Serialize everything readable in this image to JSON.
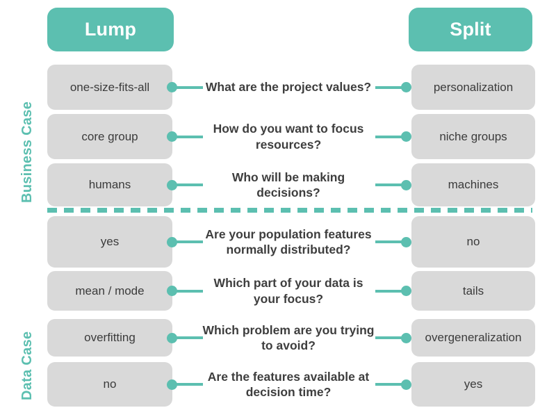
{
  "headers": {
    "left": "Lump",
    "right": "Split"
  },
  "colors": {
    "accent": "#5cbfb0",
    "box": "#d9d9d9",
    "text": "#3b3b3b",
    "header_text": "#ffffff",
    "background": "#ffffff"
  },
  "sections": [
    {
      "label": "Business Case",
      "rows": [
        {
          "left": "one-size-fits-all",
          "question": "What are the project values?",
          "right": "personalization"
        },
        {
          "left": "core group",
          "question": "How do you want to focus resources?",
          "right": "niche groups"
        },
        {
          "left": "humans",
          "question": "Who will be making decisions?",
          "right": "machines"
        }
      ]
    },
    {
      "label": "Data Case",
      "rows": [
        {
          "left": "yes",
          "question": "Are your population features normally distributed?",
          "right": "no"
        },
        {
          "left": "mean / mode",
          "question": "Which part of your data is your focus?",
          "right": "tails"
        },
        {
          "left": "overfitting",
          "question": "Which problem are you trying to avoid?",
          "right": "overgeneralization"
        },
        {
          "left": "no",
          "question": "Are the features available at decision time?",
          "right": "yes"
        }
      ]
    }
  ]
}
